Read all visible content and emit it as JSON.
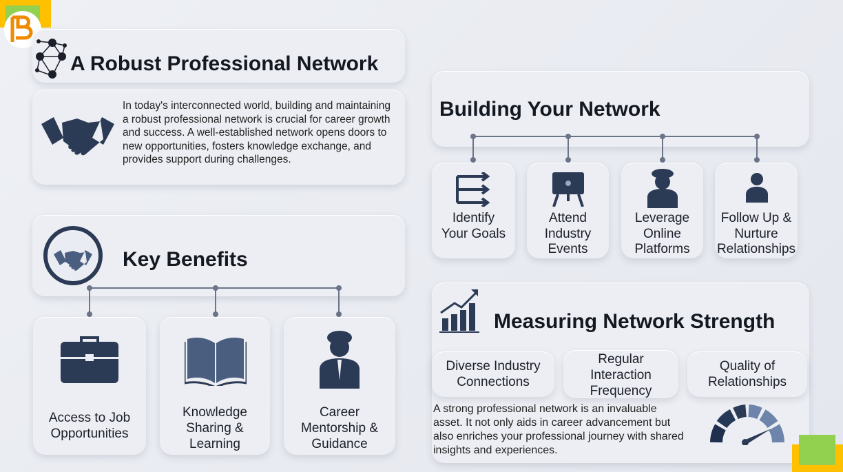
{
  "title": "A Robust Professional Network",
  "intro": "In today's interconnected world, building and maintaining a robust professional network is crucial for career growth and success. A well-established network opens doors to new opportunities, fosters knowledge exchange, and provides support during challenges.",
  "key_benefits": {
    "title": "Key Benefits",
    "items": [
      "Access to Job Opportunities",
      "Knowledge Sharing & Learning",
      "Career Mentorship & Guidance"
    ]
  },
  "building": {
    "title": "Building Your Network",
    "items": [
      "Identify Your Goals",
      "Attend Industry Events",
      "Leverage Online Platforms",
      "Follow Up & Nurture Relationships"
    ]
  },
  "measuring": {
    "title": "Measuring Network Strength",
    "items": [
      "Diverse Industry Connections",
      "Regular Interaction Frequency",
      "Quality of Relationships"
    ],
    "summary": "A strong professional network is an invaluable asset. It not only aids in career advancement but also enriches your professional journey with shared insights and experiences."
  },
  "colors": {
    "accent": "#2b3a55",
    "yellow": "#ffc000",
    "green": "#92d050",
    "orange": "#f08a00"
  }
}
